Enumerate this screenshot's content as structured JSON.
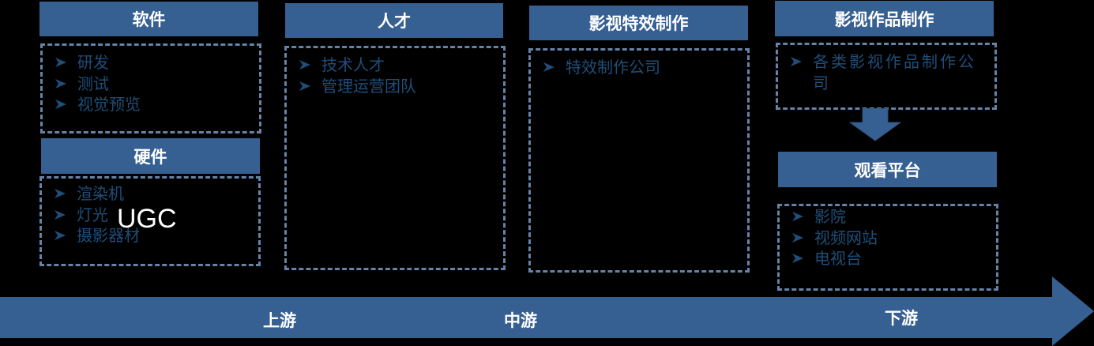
{
  "colors": {
    "background": "#000000",
    "header_fill": "#376092",
    "header_text": "#ffffff",
    "dashed_border": "#6682a6",
    "item_text": "#1f4e79",
    "arrow_fill": "#376092"
  },
  "bullet_icon": "arrowhead-bullet-icon",
  "upstream": {
    "software": {
      "title": "软件",
      "items": [
        "研发",
        "测试",
        "视觉预览"
      ]
    },
    "hardware": {
      "title": "硬件",
      "items": [
        "渲染机",
        "灯光",
        "摄影器材"
      ]
    },
    "overlay_text": "UGC",
    "talent": {
      "title": "人才",
      "items": [
        "技术人才",
        "管理运营团队"
      ]
    }
  },
  "midstream": {
    "vfx": {
      "title": "影视特效制作",
      "items": [
        "特效制作公司"
      ]
    }
  },
  "downstream": {
    "production": {
      "title": "影视作品制作",
      "items": [
        "各类影视作品制作公司"
      ]
    },
    "flow_icon": "down-arrow-icon",
    "platforms": {
      "title": "观看平台",
      "items": [
        "影院",
        "视频网站",
        "电视台"
      ]
    }
  },
  "timeline": {
    "stages": [
      "上游",
      "中游",
      "下游"
    ]
  }
}
